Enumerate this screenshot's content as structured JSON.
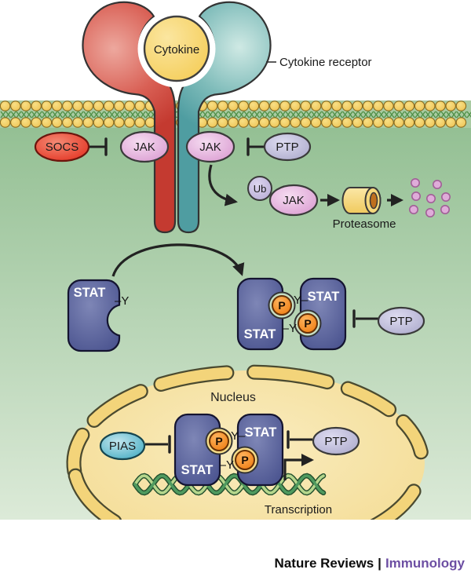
{
  "molecules": {
    "cytokine": "Cytokine",
    "socs": "SOCS",
    "jak": "JAK",
    "ptp": "PTP",
    "ub": "Ub",
    "stat": "STAT",
    "phospho": "P",
    "pias": "PIAS"
  },
  "annotations": {
    "receptor_label": "Cytokine receptor",
    "proteasome": "Proteasome",
    "nucleus": "Nucleus",
    "transcription": "Transcription",
    "y_dash": "Y–",
    "dash_y": "–Y"
  },
  "footer": {
    "journal": "Nature Reviews",
    "separator": "|",
    "section": "Immunology"
  },
  "colors": {
    "cell_green_top": "#8fbd8f",
    "cell_green_bottom": "#dcead8",
    "cytokine_yellow": "#f5cf5e",
    "receptor_red": "#c43a30",
    "receptor_teal": "#4f9da1",
    "jak_pink": "#db9ed2",
    "socs_red": "#e43524",
    "ptp_lavender": "#aeaccd",
    "ub_lavender": "#b9aed6",
    "stat_navy": "#49528e",
    "phospho_orange": "#ee7d12",
    "pias_teal": "#49aec4",
    "nucleus_yellow": "#f4dc94",
    "membrane_head_yellow": "#f2cf63",
    "dna_green": "#4f9a5f",
    "footer_purple": "#6d4fa3",
    "line_black": "#222222"
  }
}
